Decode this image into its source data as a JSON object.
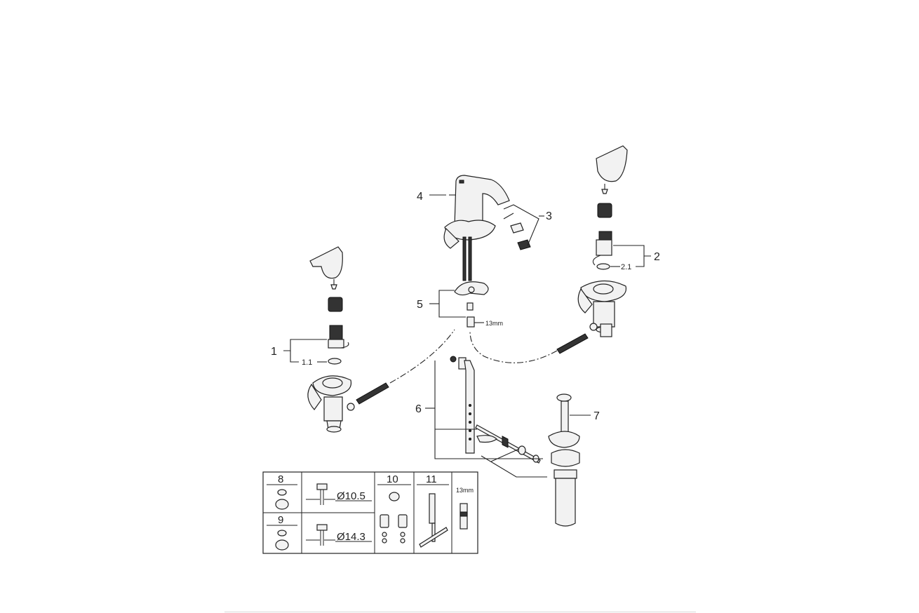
{
  "callouts": {
    "c1": "1",
    "c1_1": "1.1",
    "c2": "2",
    "c2_1": "2.1",
    "c3": "3",
    "c4": "4",
    "c5": "5",
    "c5_size": "13mm",
    "c6": "6",
    "c7": "7"
  },
  "parts_table": {
    "cell8": "8",
    "cell8_dim": "Ø10.5",
    "cell9": "9",
    "cell9_dim": "Ø14.3",
    "cell10": "10",
    "cell11": "11",
    "cell_wrench": "13mm"
  }
}
